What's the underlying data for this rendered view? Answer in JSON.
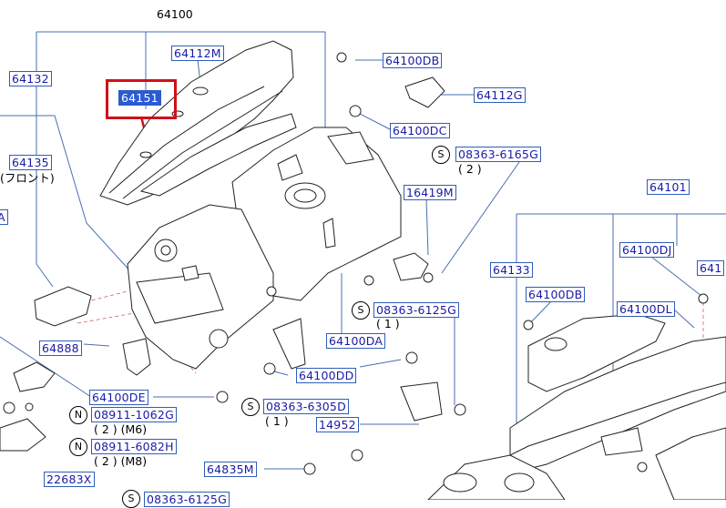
{
  "diagram": {
    "top_label": "64100",
    "parts": {
      "p64132": "64132",
      "p64112M": "64112M",
      "p64151": "64151",
      "p64135": "64135",
      "front_jp": "(フロント)",
      "left_edge": "A",
      "p64100DB_top": "64100DB",
      "p64112G": "64112G",
      "p64100DC": "64100DC",
      "p08363_6165G": "08363-6165G",
      "q2_a": "( 2 )",
      "p16419M": "16419M",
      "p64101": "64101",
      "p64100DJ": "64100DJ",
      "p641_edge": "641",
      "p64133": "64133",
      "p64100DB_right": "64100DB",
      "p64100DL": "64100DL",
      "p08363_6125G": "08363-6125G",
      "q1_a": "( 1 )",
      "p64100DA": "64100DA",
      "p64888": "64888",
      "p64100DD": "64100DD",
      "p64100DE": "64100DE",
      "p08363_6305D": "08363-6305D",
      "q1_b": "( 1 )",
      "p14952": "14952",
      "p08911_1062G": "08911-1062G",
      "q2_m6": "( 2 )  (M6)",
      "p08911_6082H": "08911-6082H",
      "q2_m8": "( 2 )  (M8)",
      "p22683X": "22683X",
      "p64835M": "64835M",
      "p08363_6125G_bottom": "08363-6125G"
    },
    "circle_symbols": {
      "s": "S",
      "n": "N"
    },
    "highlight_color": "#d1101a",
    "label_color": "#1a1aa8"
  }
}
